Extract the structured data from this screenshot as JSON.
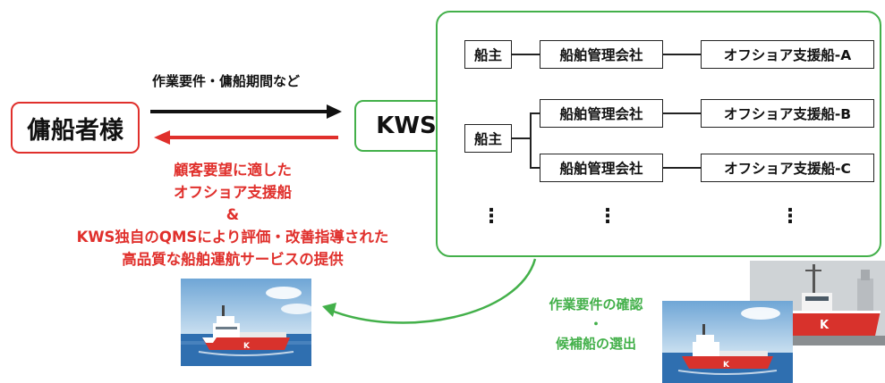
{
  "charterer": {
    "label": "傭船者様"
  },
  "kws": {
    "label": "KWS"
  },
  "request_caption": "作業要件・傭船期間など",
  "response_lines": [
    "顧客要望に適した",
    "オフショア支援船",
    "&",
    "KWS独自のQMSにより評価・改善指導された",
    "高品質な船舶運航サービスの提供"
  ],
  "org_chart": {
    "row1": {
      "owner": "船主",
      "manager": "船舶管理会社",
      "vessel": "オフショア支援船-A"
    },
    "row2": {
      "owner": "船主",
      "managers": [
        "船舶管理会社",
        "船舶管理会社"
      ],
      "vessels": [
        "オフショア支援船-B",
        "オフショア支援船-C"
      ]
    },
    "ellipsis": "⋮"
  },
  "selection_lines": [
    "作業要件の確認",
    "・",
    "候補船の選出"
  ],
  "colors": {
    "red": "#e0302c",
    "green": "#43b04a",
    "ship_hull": "#d8322c",
    "sea": "#2f6fb0",
    "sky": "#a9cbe6"
  }
}
